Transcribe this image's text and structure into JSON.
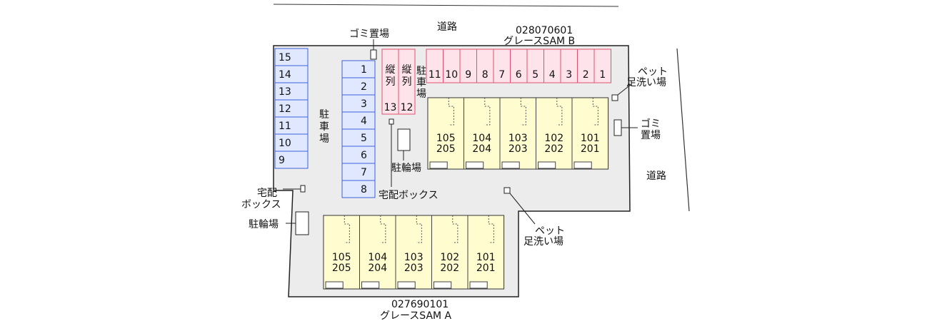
{
  "labels": {
    "top_road": "道路",
    "right_road": "道路",
    "garbage_top": "ゴミ置場",
    "building_b_code": "028070601",
    "building_b_name": "グレースSAM B",
    "building_a_code": "027690101",
    "building_a_name": "グレースSAM A",
    "pet_wash_top_1": "ペット",
    "pet_wash_top_2": "足洗い場",
    "pet_wash_center_1": "ペット",
    "pet_wash_center_2": "足洗い場",
    "garbage_right_1": "ゴミ",
    "garbage_right_2": "置場",
    "parking_left": [
      "駐",
      "車",
      "場"
    ],
    "parking_mid": [
      "駐",
      "車",
      "場"
    ],
    "bike_center": "駐輪場",
    "bike_left": "駐輪場",
    "delivery_center": "宅配ボックス",
    "delivery_left_1": "宅配",
    "delivery_left_2": "ボックス",
    "tandem_a": [
      "縦",
      "列"
    ],
    "tandem_b": [
      "縦",
      "列"
    ]
  },
  "parking_left_slots": [
    "15",
    "14",
    "13",
    "12",
    "11",
    "10",
    "9"
  ],
  "parking_mid_slots": [
    "1",
    "2",
    "3",
    "4",
    "5",
    "6",
    "7",
    "8"
  ],
  "parking_top_slots": [
    "11",
    "10",
    "9",
    "8",
    "7",
    "6",
    "5",
    "4",
    "3",
    "2",
    "1"
  ],
  "parking_tandem_slots": [
    "13",
    "12"
  ],
  "building_b_units": [
    {
      "upper": "105",
      "lower": "205"
    },
    {
      "upper": "104",
      "lower": "204"
    },
    {
      "upper": "103",
      "lower": "203"
    },
    {
      "upper": "102",
      "lower": "202"
    },
    {
      "upper": "101",
      "lower": "201"
    }
  ],
  "building_a_units": [
    {
      "upper": "105",
      "lower": "205"
    },
    {
      "upper": "104",
      "lower": "204"
    },
    {
      "upper": "103",
      "lower": "203"
    },
    {
      "upper": "102",
      "lower": "202"
    },
    {
      "upper": "101",
      "lower": "201"
    }
  ],
  "colors": {
    "lot": "#ececed",
    "blue_fill": "#dfe8ff",
    "blue_stroke": "#3d5fd8",
    "red_fill": "#ffe3ea",
    "red_stroke": "#e2506f",
    "unit_fill": "#fffcd0",
    "unit_stroke": "#444444"
  }
}
